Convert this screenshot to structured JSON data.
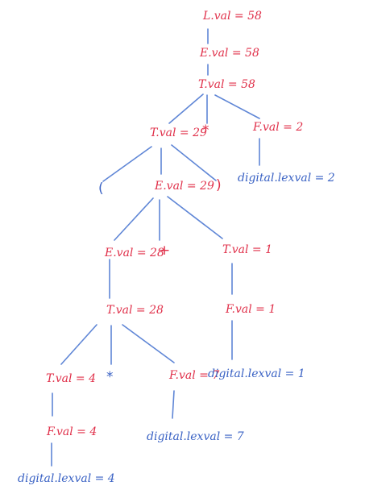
{
  "colors": {
    "node": "#e0304a",
    "terminal": "#3a62c4",
    "edge": "#5f86d6"
  },
  "nodes": {
    "l_root": "L.val = 58",
    "e_1": "E.val = 58",
    "t_1": "T.val = 58",
    "t_2": "T.val = 29",
    "star_1": "*",
    "f_1": "F.val = 2",
    "digit_2": "digital.lexval = 2",
    "lparen": "(",
    "e_2": "E.val = 29",
    "rparen": ")",
    "e_3": "E.val = 28",
    "plus": "+",
    "t_3": "T.val = 1",
    "t_4": "T.val = 28",
    "f_2": "F.val = 1",
    "t_5": "T.val = 4",
    "star_2": "*",
    "f_3": "F.val = 7",
    "digit_1": "digital.lexval = 1",
    "f_4": "F.val = 4",
    "digit_7": "digital.lexval = 7",
    "digit_4": "digital.lexval = 4"
  }
}
